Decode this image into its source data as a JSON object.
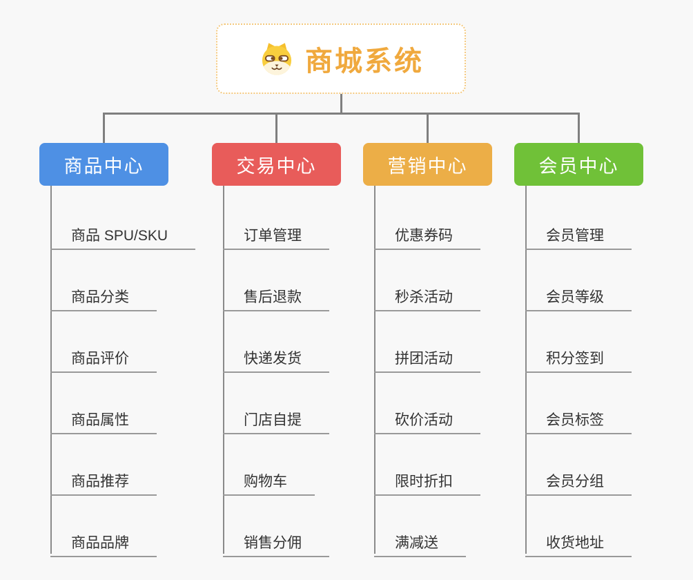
{
  "root": {
    "title": "商城系统",
    "icon": "dog-face-icon",
    "accent_color": "#F0A93E",
    "border_color": "#F4C87C"
  },
  "branches": [
    {
      "label": "商品中心",
      "color": "#4E90E4",
      "children": [
        "商品 SPU/SKU",
        "商品分类",
        "商品评价",
        "商品属性",
        "商品推荐",
        "商品品牌"
      ]
    },
    {
      "label": "交易中心",
      "color": "#E85C5A",
      "children": [
        "订单管理",
        "售后退款",
        "快递发货",
        "门店自提",
        "购物车",
        "销售分佣"
      ]
    },
    {
      "label": "营销中心",
      "color": "#ECAE47",
      "children": [
        "优惠券码",
        "秒杀活动",
        "拼团活动",
        "砍价活动",
        "限时折扣",
        "满减送"
      ]
    },
    {
      "label": "会员中心",
      "color": "#70C138",
      "children": [
        "会员管理",
        "会员等级",
        "积分签到",
        "会员标签",
        "会员分组",
        "收货地址"
      ]
    }
  ],
  "style_colors": {
    "background": "#F8F8F8",
    "connector": "#7F7F7F",
    "leaf_line": "#999999",
    "leaf_text": "#333333"
  }
}
